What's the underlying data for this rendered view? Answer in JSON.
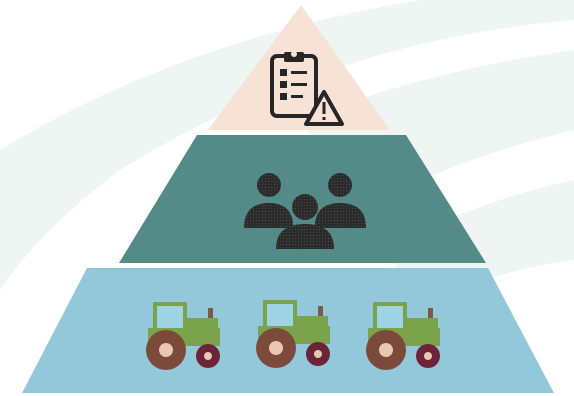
{
  "diagram": {
    "type": "pyramid",
    "levels": [
      {
        "id": "top",
        "icon": "clipboard-checklist-warning-icon",
        "color": "#f6e3d6"
      },
      {
        "id": "middle",
        "icon": "people-group-icon",
        "color": "#548a88"
      },
      {
        "id": "bottom",
        "icon": "tractor-icon",
        "icon_count": 3,
        "color": "#92c8da"
      }
    ],
    "background": {
      "color": "#ffffff",
      "swoosh_color": "#eef5f2"
    },
    "icon_colors": {
      "dark": "#262626",
      "tractor_body": "#7aa34c",
      "tractor_cab_glass": "#9fd3e6",
      "tractor_wheel": "#7b4a3a",
      "tractor_hub": "#e8c8b0",
      "tractor_front_wheel": "#6e2438",
      "tractor_exhaust": "#7b5a4a"
    }
  }
}
